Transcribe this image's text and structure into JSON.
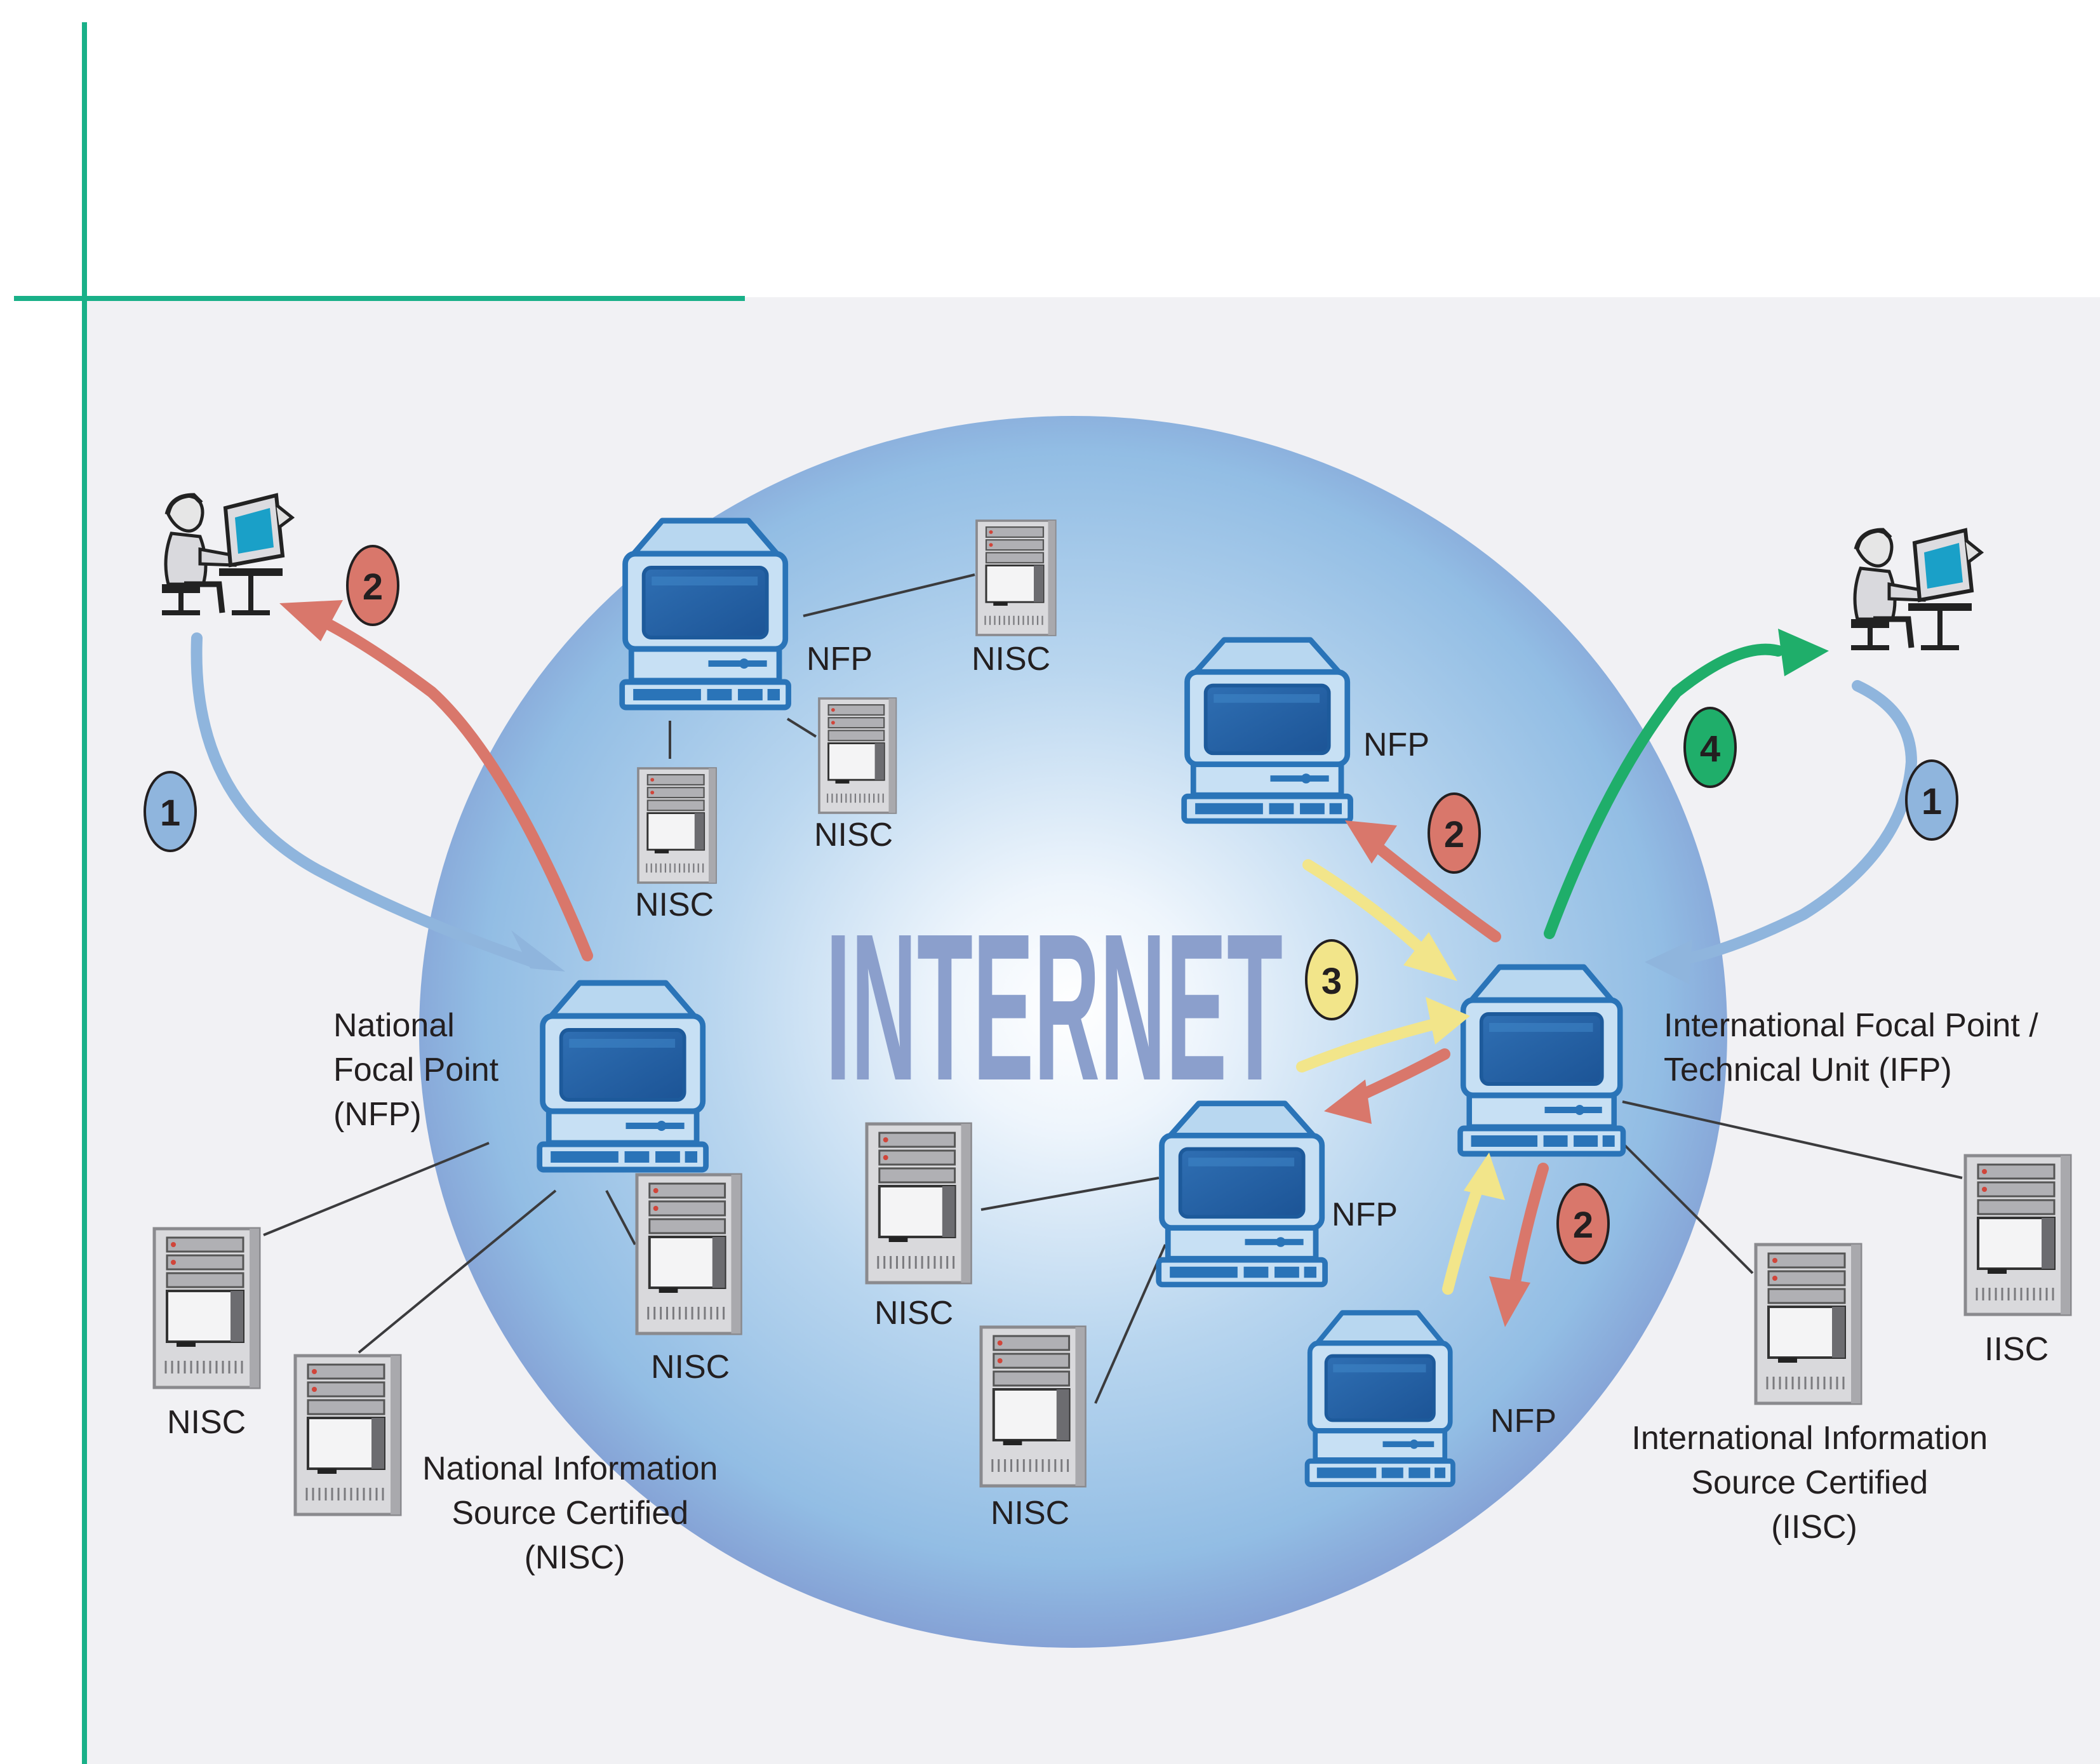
{
  "labels": {
    "nfp_top": "NFP",
    "nfp_upper_right": "NFP",
    "nfp_center": "NFP",
    "nfp_bottom": "NFP",
    "nisc_top_right": "NISC",
    "nisc_top_lower": "NISC",
    "nisc_top_left": "NISC",
    "nisc_left_outer": "NISC",
    "nisc_left_inner": "NISC",
    "nisc_center_left": "NISC",
    "nisc_center_bottom": "NISC",
    "iisc": "IISC",
    "internet": "INTERNET"
  },
  "legend": {
    "nfp_lines": [
      "National",
      "Focal Point",
      "(NFP)"
    ],
    "nisc_lines": [
      "National Information",
      "Source Certified",
      "(NISC)"
    ],
    "ifp_lines": [
      "International Focal Point /",
      "Technical Unit (IFP)"
    ],
    "iisc_lines": [
      "International Information",
      "Source Certified",
      "(IISC)"
    ]
  },
  "steps": {
    "s1_left": "1",
    "s2_left": "2",
    "s2_upper": "2",
    "s3": "3",
    "s4": "4",
    "s1_right": "1",
    "s2_lower": "2"
  },
  "colors": {
    "accent_line": "#19b088",
    "background_panel": "#f1f1f4",
    "sphere": "#9cc3e6",
    "computer": "#2a74b8",
    "step1": "#8fb5dd",
    "step2": "#d9776b",
    "step3": "#f2e58a",
    "step4": "#1fae6a"
  },
  "icons": [
    "user-at-computer-icon",
    "workstation-icon",
    "server-icon",
    "arrow-icon"
  ]
}
